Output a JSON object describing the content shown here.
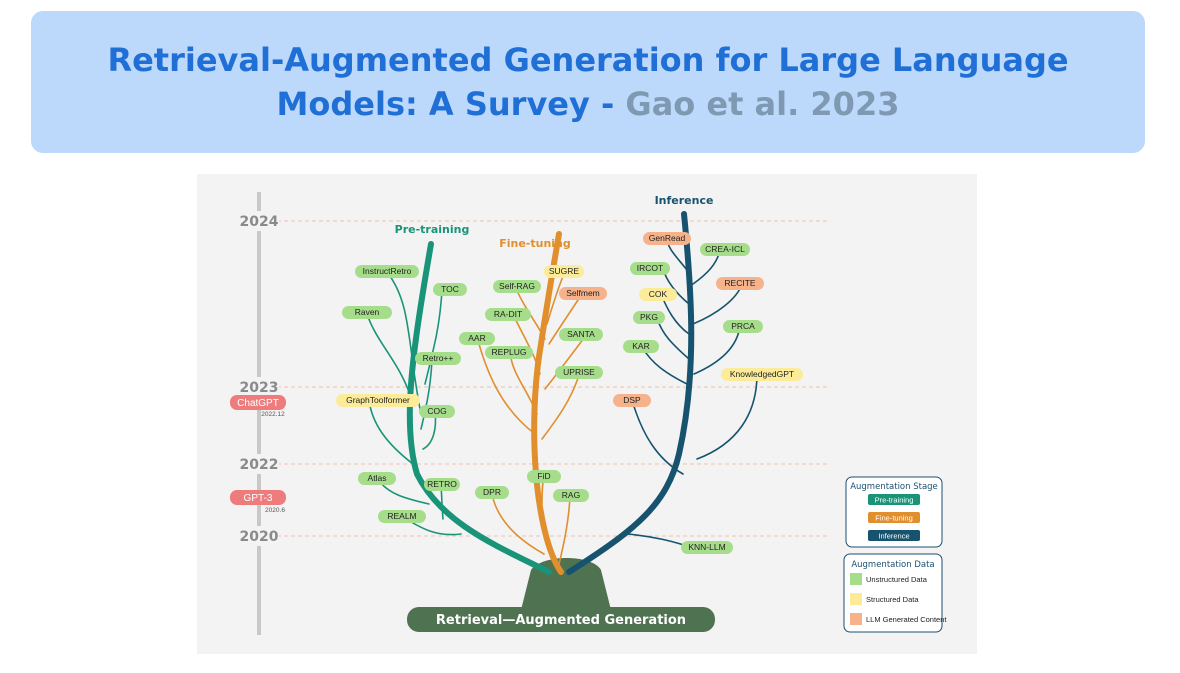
{
  "header": {
    "title_line1": "Retrieval-Augmented Generation for Large Language",
    "title_line2_main": "Models: A Survey -",
    "title_line2_author": "Gao et al. 2023"
  },
  "diagram": {
    "years": [
      "2024",
      "2023",
      "2022",
      "2020"
    ],
    "milestones": [
      {
        "label": "ChatGPT",
        "date": "2022.12"
      },
      {
        "label": "GPT-3",
        "date": "2020.6"
      }
    ],
    "stages": {
      "pretraining": "Pre-training",
      "finetuning": "Fine-tuning",
      "inference": "Inference"
    },
    "base_label": "Retrieval—Augmented Generation",
    "colors": {
      "pretraining": "#1a9478",
      "finetuning": "#e18e2d",
      "inference": "#17536e",
      "trunk": "#4f7251",
      "unstructured": "#a6dd8b",
      "structured": "#fcec9a",
      "llm_generated": "#f6b28a",
      "milestone": "#ee7c7c"
    },
    "nodes": {
      "pretraining": [
        {
          "label": "InstructRetro",
          "type": "unstructured"
        },
        {
          "label": "TOC",
          "type": "unstructured"
        },
        {
          "label": "Raven",
          "type": "unstructured"
        },
        {
          "label": "Retro++",
          "type": "unstructured"
        },
        {
          "label": "GraphToolformer",
          "type": "structured"
        },
        {
          "label": "COG",
          "type": "unstructured"
        },
        {
          "label": "Atlas",
          "type": "unstructured"
        },
        {
          "label": "RETRO",
          "type": "unstructured"
        },
        {
          "label": "REALM",
          "type": "unstructured"
        }
      ],
      "finetuning": [
        {
          "label": "SUGRE",
          "type": "structured"
        },
        {
          "label": "Self-RAG",
          "type": "unstructured"
        },
        {
          "label": "Selfmem",
          "type": "llm_generated"
        },
        {
          "label": "RA-DIT",
          "type": "unstructured"
        },
        {
          "label": "SANTA",
          "type": "unstructured"
        },
        {
          "label": "AAR",
          "type": "unstructured"
        },
        {
          "label": "REPLUG",
          "type": "unstructured"
        },
        {
          "label": "UPRISE",
          "type": "unstructured"
        },
        {
          "label": "FiD",
          "type": "unstructured"
        },
        {
          "label": "DPR",
          "type": "unstructured"
        },
        {
          "label": "RAG",
          "type": "unstructured"
        }
      ],
      "inference": [
        {
          "label": "GenRead",
          "type": "llm_generated"
        },
        {
          "label": "CREA-ICL",
          "type": "unstructured"
        },
        {
          "label": "IRCOT",
          "type": "unstructured"
        },
        {
          "label": "RECITE",
          "type": "llm_generated"
        },
        {
          "label": "COK",
          "type": "structured"
        },
        {
          "label": "PKG",
          "type": "unstructured"
        },
        {
          "label": "PRCA",
          "type": "unstructured"
        },
        {
          "label": "KAR",
          "type": "unstructured"
        },
        {
          "label": "KnowledgedGPT",
          "type": "structured"
        },
        {
          "label": "DSP",
          "type": "llm_generated"
        },
        {
          "label": "KNN-LLM",
          "type": "unstructured"
        }
      ]
    },
    "legend_stage": {
      "title": "Augmentation Stage",
      "items": [
        "Pre-training",
        "Fine-tuning",
        "Inference"
      ]
    },
    "legend_data": {
      "title": "Augmentation Data",
      "items": [
        "Unstructured Data",
        "Structured Data",
        "LLM Generated Content"
      ]
    }
  }
}
